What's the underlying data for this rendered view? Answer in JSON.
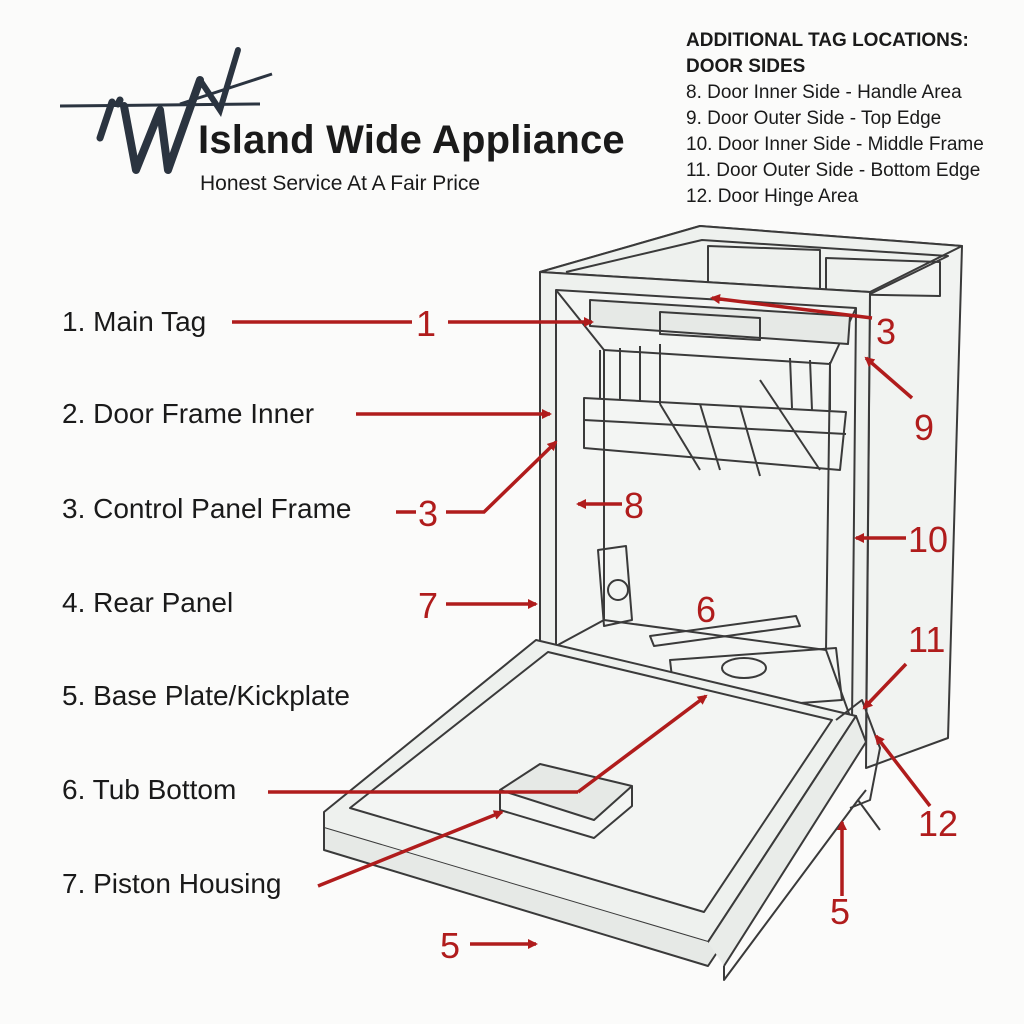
{
  "brand": {
    "logo_text": "iWA",
    "name": "Island Wide Appliance",
    "tagline": "Honest Service At A Fair Price"
  },
  "additional_tags": {
    "heading_line1": "ADDITIONAL TAG LOCATIONS:",
    "heading_line2": "DOOR SIDES",
    "items": [
      "8. Door Inner Side - Handle Area",
      "9. Door Outer Side - Top Edge",
      "10. Door Inner Side - Middle Frame",
      "11. Door Outer Side - Bottom Edge",
      "12. Door Hinge Area"
    ]
  },
  "legend": [
    "1. Main Tag",
    "2. Door Frame Inner",
    "3. Control Panel Frame",
    "4. Rear Panel",
    "5. Base Plate/Kickplate",
    "6. Tub Bottom",
    "7. Piston Housing"
  ],
  "callouts": {
    "c1": "1",
    "c3_left": "3",
    "c3_top": "3",
    "c5_bottom": "5",
    "c5_right": "5",
    "c6": "6",
    "c7": "7",
    "c8": "8",
    "c9": "9",
    "c10": "10",
    "c11": "11",
    "c12": "12"
  },
  "colors": {
    "callout_red": "#b01c1c",
    "line_art": "#3a3a3a",
    "fill_light": "#eef1ee"
  }
}
